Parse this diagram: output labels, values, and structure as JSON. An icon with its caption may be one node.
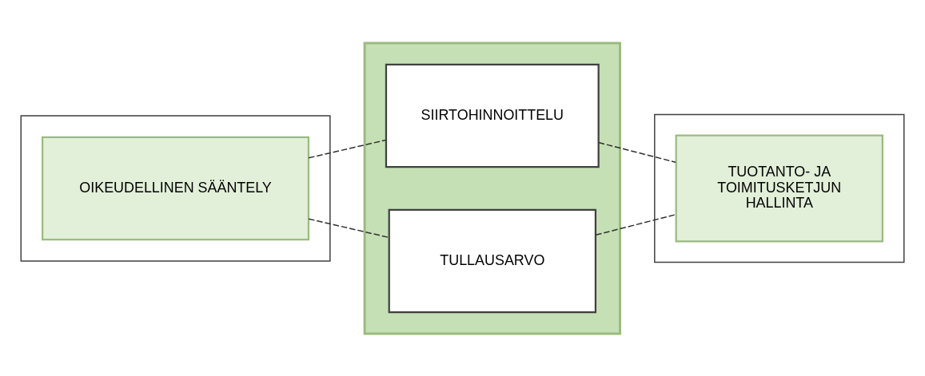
{
  "diagram": {
    "nodes": [
      {
        "text": [],
        "shape": "box"
      },
      {
        "text": [
          "OIKEUDELLINEN SÄÄNTELY"
        ],
        "in": 0
      },
      {
        "text": [],
        "shape": "box"
      },
      {
        "text": [
          "SIIRTOHINNOITTELU"
        ],
        "in": 2
      },
      {
        "text": [
          "TULLAUSARVO"
        ],
        "in": 2
      },
      {
        "text": [],
        "shape": "box"
      },
      {
        "text": [
          "TUOTANTO- JA TOIMITUSKETJUN HALLINTA"
        ],
        "in": 5
      }
    ],
    "edges": [
      {
        "from": 1,
        "to": 3,
        "arrow": "none",
        "style": "dashed"
      },
      {
        "from": 1,
        "to": 4,
        "arrow": "none",
        "style": "dashed"
      },
      {
        "from": 3,
        "to": 6,
        "arrow": "none",
        "style": "dashed"
      },
      {
        "from": 4,
        "to": 6,
        "arrow": "none",
        "style": "dashed"
      }
    ]
  }
}
